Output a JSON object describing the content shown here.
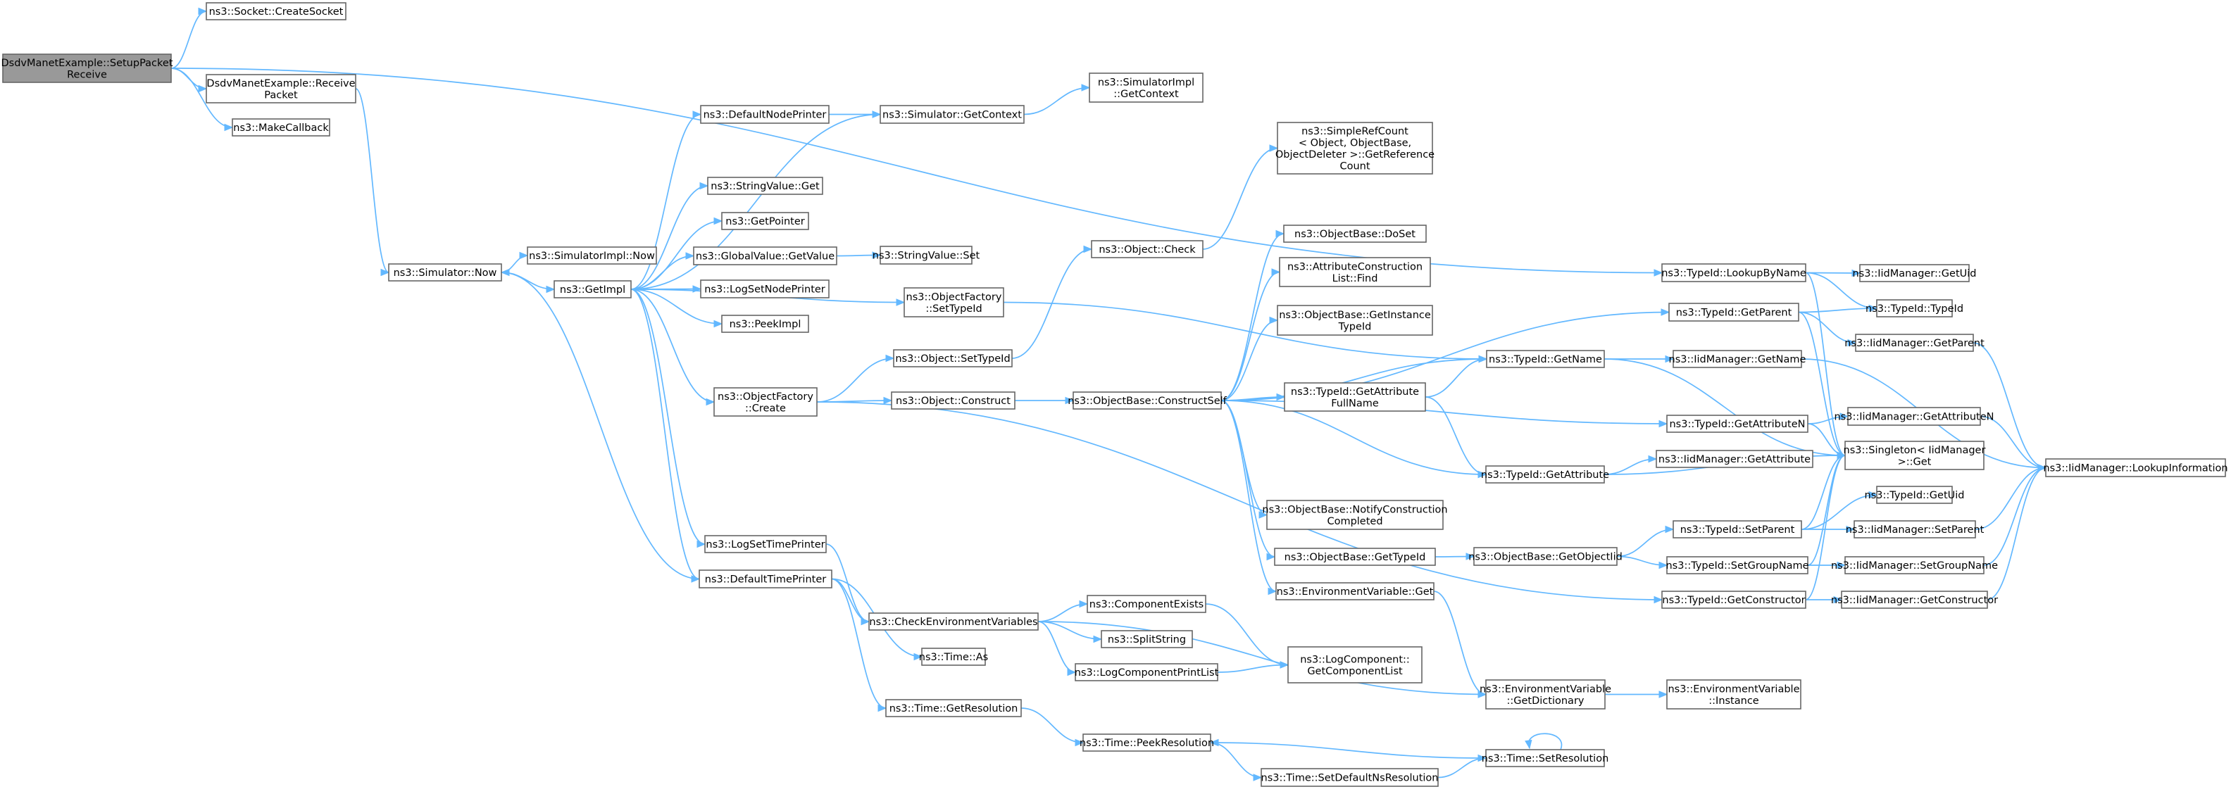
{
  "colors": {
    "edge": "#63b8ff",
    "node_border": "#666666",
    "root_fill": "#999999",
    "node_fill": "#ffffff"
  },
  "nodes": [
    {
      "id": "root",
      "lines": [
        "DsdvManetExample::SetupPacket",
        "Receive"
      ]
    },
    {
      "id": "createsocket",
      "lines": [
        "ns3::Socket::CreateSocket"
      ]
    },
    {
      "id": "receivepacket",
      "lines": [
        "DsdvManetExample::Receive",
        "Packet"
      ]
    },
    {
      "id": "makecallback",
      "lines": [
        "ns3::MakeCallback"
      ]
    },
    {
      "id": "simnow",
      "lines": [
        "ns3::Simulator::Now"
      ]
    },
    {
      "id": "simimplnow",
      "lines": [
        "ns3::SimulatorImpl::Now"
      ]
    },
    {
      "id": "getimpl",
      "lines": [
        "ns3::GetImpl"
      ]
    },
    {
      "id": "defaultnodeprinter",
      "lines": [
        "ns3::DefaultNodePrinter"
      ]
    },
    {
      "id": "stringvalueget",
      "lines": [
        "ns3::StringValue::Get"
      ]
    },
    {
      "id": "getpointer",
      "lines": [
        "ns3::GetPointer"
      ]
    },
    {
      "id": "globalvalueget",
      "lines": [
        "ns3::GlobalValue::GetValue"
      ]
    },
    {
      "id": "logsetnodeprinter",
      "lines": [
        "ns3::LogSetNodePrinter"
      ]
    },
    {
      "id": "peekimpl",
      "lines": [
        "ns3::PeekImpl"
      ]
    },
    {
      "id": "objfactorycreate",
      "lines": [
        "ns3::ObjectFactory",
        "::Create"
      ]
    },
    {
      "id": "logsettimeprinter",
      "lines": [
        "ns3::LogSetTimePrinter"
      ]
    },
    {
      "id": "defaulttimeprinter",
      "lines": [
        "ns3::DefaultTimePrinter"
      ]
    },
    {
      "id": "simgetcontext",
      "lines": [
        "ns3::Simulator::GetContext"
      ]
    },
    {
      "id": "simimplgetcontext",
      "lines": [
        "ns3::SimulatorImpl",
        "::GetContext"
      ]
    },
    {
      "id": "stringvalueset",
      "lines": [
        "ns3::StringValue::Set"
      ]
    },
    {
      "id": "objfactorysettypeid",
      "lines": [
        "ns3::ObjectFactory",
        "::SetTypeId"
      ]
    },
    {
      "id": "objectsettypeid",
      "lines": [
        "ns3::Object::SetTypeId"
      ]
    },
    {
      "id": "objectconstruct",
      "lines": [
        "ns3::Object::Construct"
      ]
    },
    {
      "id": "objectcheck",
      "lines": [
        "ns3::Object::Check"
      ]
    },
    {
      "id": "constructself",
      "lines": [
        "ns3::ObjectBase::ConstructSelf"
      ]
    },
    {
      "id": "simplerefcount",
      "lines": [
        "ns3::SimpleRefCount",
        "< Object, ObjectBase,",
        "ObjectDeleter >::GetReference",
        "Count"
      ]
    },
    {
      "id": "doset",
      "lines": [
        "ns3::ObjectBase::DoSet"
      ]
    },
    {
      "id": "attrconstfind",
      "lines": [
        "ns3::AttributeConstruction",
        "List::Find"
      ]
    },
    {
      "id": "getinstancetypeid",
      "lines": [
        "ns3::ObjectBase::GetInstance",
        "TypeId"
      ]
    },
    {
      "id": "getattrfullname",
      "lines": [
        "ns3::TypeId::GetAttribute",
        "FullName"
      ]
    },
    {
      "id": "notifyconstruction",
      "lines": [
        "ns3::ObjectBase::NotifyConstruction",
        "Completed"
      ]
    },
    {
      "id": "obgettypeid",
      "lines": [
        "ns3::ObjectBase::GetTypeId"
      ]
    },
    {
      "id": "envvarget",
      "lines": [
        "ns3::EnvironmentVariable::Get"
      ]
    },
    {
      "id": "checkenv",
      "lines": [
        "ns3::CheckEnvironmentVariables"
      ]
    },
    {
      "id": "componentexists",
      "lines": [
        "ns3::ComponentExists"
      ]
    },
    {
      "id": "splitstring",
      "lines": [
        "ns3::SplitString"
      ]
    },
    {
      "id": "logcompprintlist",
      "lines": [
        "ns3::LogComponentPrintList"
      ]
    },
    {
      "id": "timeas",
      "lines": [
        "ns3::Time::As"
      ]
    },
    {
      "id": "timegetresolution",
      "lines": [
        "ns3::Time::GetResolution"
      ]
    },
    {
      "id": "logcompgetlist",
      "lines": [
        "ns3::LogComponent::",
        "GetComponentList"
      ]
    },
    {
      "id": "timepeekres",
      "lines": [
        "ns3::Time::PeekResolution"
      ]
    },
    {
      "id": "timesetdefaultns",
      "lines": [
        "ns3::Time::SetDefaultNsResolution"
      ]
    },
    {
      "id": "timesetres",
      "lines": [
        "ns3::Time::SetResolution"
      ]
    },
    {
      "id": "typeidgetname",
      "lines": [
        "ns3::TypeId::GetName"
      ]
    },
    {
      "id": "typeidgetattribute",
      "lines": [
        "ns3::TypeId::GetAttribute"
      ]
    },
    {
      "id": "getobjectiid",
      "lines": [
        "ns3::ObjectBase::GetObjectIid"
      ]
    },
    {
      "id": "envvargetdict",
      "lines": [
        "ns3::EnvironmentVariable",
        "::GetDictionary"
      ]
    },
    {
      "id": "envvarinstance",
      "lines": [
        "ns3::EnvironmentVariable",
        "::Instance"
      ]
    },
    {
      "id": "lookupbyname",
      "lines": [
        "ns3::TypeId::LookupByName"
      ]
    },
    {
      "id": "typeidgetparent",
      "lines": [
        "ns3::TypeId::GetParent"
      ]
    },
    {
      "id": "typeidgetattributen",
      "lines": [
        "ns3::TypeId::GetAttributeN"
      ]
    },
    {
      "id": "typeidsetparent",
      "lines": [
        "ns3::TypeId::SetParent"
      ]
    },
    {
      "id": "typeidsetgroupname",
      "lines": [
        "ns3::TypeId::SetGroupName"
      ]
    },
    {
      "id": "typeidgetconstructor",
      "lines": [
        "ns3::TypeId::GetConstructor"
      ]
    },
    {
      "id": "iidgetuid",
      "lines": [
        "ns3::IidManager::GetUid"
      ]
    },
    {
      "id": "typeidtypeid",
      "lines": [
        "ns3::TypeId::TypeId"
      ]
    },
    {
      "id": "iidgetparent",
      "lines": [
        "ns3::IidManager::GetParent"
      ]
    },
    {
      "id": "iidgetname",
      "lines": [
        "ns3::IidManager::GetName"
      ]
    },
    {
      "id": "iidgetattributen",
      "lines": [
        "ns3::IidManager::GetAttributeN"
      ]
    },
    {
      "id": "singletonget",
      "lines": [
        "ns3::Singleton< IidManager",
        ">::Get"
      ]
    },
    {
      "id": "iidgetattribute",
      "lines": [
        "ns3::IidManager::GetAttribute"
      ]
    },
    {
      "id": "typeidgetuid",
      "lines": [
        "ns3::TypeId::GetUid"
      ]
    },
    {
      "id": "iidsetparent",
      "lines": [
        "ns3::IidManager::SetParent"
      ]
    },
    {
      "id": "iidsetgroupname",
      "lines": [
        "ns3::IidManager::SetGroupName"
      ]
    },
    {
      "id": "iidgetconstructor",
      "lines": [
        "ns3::IidManager::GetConstructor"
      ]
    },
    {
      "id": "iidlookupinfo",
      "lines": [
        "ns3::IidManager::LookupInformation"
      ]
    }
  ]
}
